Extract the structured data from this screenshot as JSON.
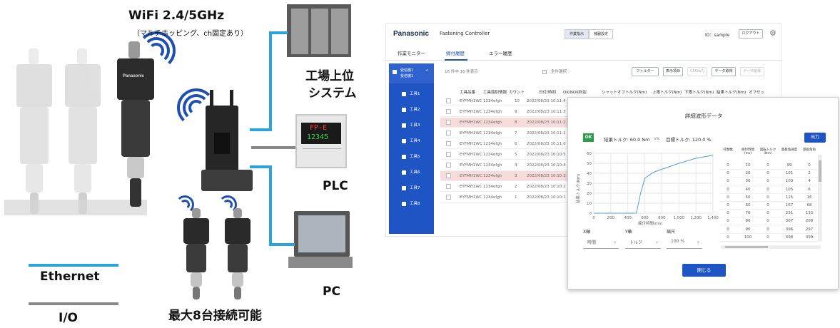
{
  "diagram": {
    "wifi_title": "WiFi 2.4/5GHz",
    "wifi_subtitle": "（マルチホッピング、ch固定あり）",
    "host_system": [
      "工場上位",
      "システム"
    ],
    "plc_label": "PLC",
    "pc_label": "PC",
    "max_connect": "最大8台接続可能",
    "legend_ethernet": "Ethernet",
    "legend_io": "I/O",
    "tool_brand": "Panasonic",
    "plc_display": [
      "FP-E",
      "12345"
    ],
    "colors": {
      "ethernet": "#2aa3df",
      "io": "#888888",
      "wifi": "#1f4fb0"
    }
  },
  "app": {
    "brand": "Panasonic",
    "title": "Fastening Controller",
    "mode_tabs": [
      "作業指示",
      "機器設定"
    ],
    "user_id": "ID：sample",
    "logout": "ログアウト",
    "tabs": [
      "作業モニター",
      "締付履歴",
      "エラー履歴"
    ],
    "active_tab": "締付履歴",
    "sidebar": {
      "header": [
        "受信機1",
        "受信機1"
      ],
      "tools": [
        "工具1",
        "工具2",
        "工具3",
        "工具4",
        "工具5",
        "工具6",
        "工具7",
        "工具8"
      ]
    },
    "list_count": "16 件中 16 件表示",
    "select_all": "全件選択",
    "buttons": [
      "フィルター",
      "表示項目",
      "CSV出力",
      "データ取得",
      "データ削除"
    ],
    "table_headers": [
      "工具品番",
      "工具識別情報",
      "カウント",
      "日付/時刻",
      "OK/NOK判定",
      "シャットオフトルク(Nm)",
      "上限トルク(Nm)",
      "下限トルク(Nm)",
      "結果トルク(Nm)",
      "オフセッ"
    ],
    "rows": [
      {
        "model": "EYFMH1WC",
        "id": "1234efgh",
        "count": "10",
        "time": "2022/08/23 10:11:4",
        "ng": false
      },
      {
        "model": "EYFMH1WC",
        "id": "1234efgh",
        "count": "9",
        "time": "2022/08/23 10:11:3",
        "ng": false
      },
      {
        "model": "EYFMH1WC",
        "id": "1234efgh",
        "count": "8",
        "time": "2022/08/23 10:11:2",
        "ng": true
      },
      {
        "model": "EYFMH1WC",
        "id": "1234efgh",
        "count": "7",
        "time": "2022/08/23 10:11:1",
        "ng": false
      },
      {
        "model": "EYFMH1WC",
        "id": "1234efgh",
        "count": "6",
        "time": "2022/08/23 10:11:0",
        "ng": false
      },
      {
        "model": "EYFMH1WC",
        "id": "1234efgh",
        "count": "5",
        "time": "2022/08/23 10:10:5",
        "ng": false
      },
      {
        "model": "EYFMH1WC",
        "id": "1234efgh",
        "count": "4",
        "time": "2022/08/23 10:10:4",
        "ng": false
      },
      {
        "model": "EYFMH1WC",
        "id": "1234efgh",
        "count": "3",
        "time": "2022/08/23 10:10:3",
        "ng": true
      },
      {
        "model": "EYFMH1WC",
        "id": "1234efgh",
        "count": "2",
        "time": "2022/08/23 10:10:2",
        "ng": false
      },
      {
        "model": "EYFMH1WC",
        "id": "1234efgh",
        "count": "1",
        "time": "2022/08/23 10:10:1",
        "ng": false
      }
    ]
  },
  "modal": {
    "title": "詳細波形データ",
    "status": "OK",
    "result_torque": "結果トルク: 60.0 Nm",
    "vs": "vs.",
    "target_torque": "目標トルク: 120.0 %",
    "export": "出力",
    "x_axis_label": "X軸",
    "y_axis_label": "Y軸",
    "scale_label": "縮尺",
    "x_axis_value": "時間",
    "y_axis_value": "トルク",
    "scale_value": "100 %",
    "close": "閉じる",
    "chart_ylabel": "結果トルク(Nm)",
    "chart_xlabel": "締付時間(ms)",
    "table_headers": [
      "打数数",
      "締付時間(ms)",
      "回転トルク(Nm)",
      "基板角速度",
      "基板角角"
    ],
    "table_rows": [
      [
        "0",
        "10",
        "0",
        "99",
        "0"
      ],
      [
        "0",
        "20",
        "0",
        "101",
        "2"
      ],
      [
        "0",
        "30",
        "0",
        "103",
        "4"
      ],
      [
        "0",
        "40",
        "0",
        "105",
        "6"
      ],
      [
        "0",
        "50",
        "0",
        "115",
        "16"
      ],
      [
        "0",
        "60",
        "0",
        "167",
        "68"
      ],
      [
        "0",
        "70",
        "0",
        "231",
        "132"
      ],
      [
        "0",
        "80",
        "0",
        "307",
        "208"
      ],
      [
        "0",
        "90",
        "0",
        "396",
        "297"
      ],
      [
        "0",
        "100",
        "0",
        "498",
        "399"
      ]
    ]
  },
  "chart_data": {
    "type": "line",
    "title": "",
    "xlabel": "締付時間(ms)",
    "ylabel": "結果トルク(Nm)",
    "xlim": [
      0,
      1400
    ],
    "ylim": [
      0,
      60
    ],
    "xticks": [
      "0",
      "200",
      "400",
      "600",
      "800",
      "1,000",
      "1,200",
      "1,400"
    ],
    "yticks": [
      "0",
      "10",
      "20",
      "30",
      "40",
      "50",
      "60"
    ],
    "grid": true,
    "x": [
      0,
      500,
      550,
      600,
      700,
      800,
      1000,
      1200,
      1400
    ],
    "y": [
      0,
      0,
      20,
      35,
      41,
      44,
      50,
      55,
      58
    ]
  }
}
